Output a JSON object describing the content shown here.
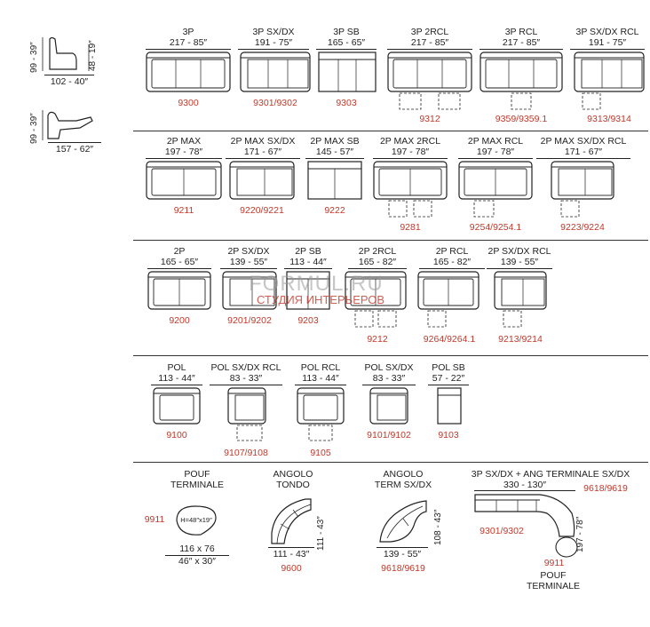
{
  "legend": {
    "upright": {
      "height": "99 - 39″",
      "seat": "48 - 19″",
      "depth": "102 - 40″"
    },
    "reclined": {
      "height": "99 - 39″",
      "depth": "157 - 62″"
    }
  },
  "row1": [
    {
      "name": "3P",
      "dim": "217 - 85″",
      "code": "9300"
    },
    {
      "name": "3P SX/DX",
      "dim": "191 - 75″",
      "code": "9301/9302"
    },
    {
      "name": "3P SB",
      "dim": "165 - 65″",
      "code": "9303"
    },
    {
      "name": "3P 2RCL",
      "dim": "217 - 85″",
      "code": "9312"
    },
    {
      "name": "3P RCL",
      "dim": "217 - 85″",
      "code": "9359/9359.1"
    },
    {
      "name": "3P SX/DX RCL",
      "dim": "191 - 75″",
      "code": "9313/9314"
    }
  ],
  "row2": [
    {
      "name": "2P MAX",
      "dim": "197 - 78″",
      "code": "9211"
    },
    {
      "name": "2P MAX SX/DX",
      "dim": "171 - 67″",
      "code": "9220/9221"
    },
    {
      "name": "2P MAX SB",
      "dim": "145 - 57″",
      "code": "9222"
    },
    {
      "name": "2P MAX 2RCL",
      "dim": "197 - 78″",
      "code": "9281"
    },
    {
      "name": "2P MAX RCL",
      "dim": "197 - 78″",
      "code": "9254/9254.1"
    },
    {
      "name": "2P MAX SX/DX RCL",
      "dim": "171 - 67″",
      "code": "9223/9224"
    }
  ],
  "row3": [
    {
      "name": "2P",
      "dim": "165 - 65″",
      "code": "9200"
    },
    {
      "name": "2P SX/DX",
      "dim": "139 - 55″",
      "code": "9201/9202"
    },
    {
      "name": "2P SB",
      "dim": "113 - 44″",
      "code": "9203"
    },
    {
      "name": "2P 2RCL",
      "dim": "165 - 82″",
      "code": "9212"
    },
    {
      "name": "2P RCL",
      "dim": "165 - 82″",
      "code": "9264/9264.1"
    },
    {
      "name": "2P SX/DX RCL",
      "dim": "139 - 55″",
      "code": "9213/9214"
    }
  ],
  "row4": [
    {
      "name": "POL",
      "dim": "113 - 44″",
      "code": "9100"
    },
    {
      "name": "POL SX/DX RCL",
      "dim": "83 - 33″",
      "code": "9107/9108"
    },
    {
      "name": "POL RCL",
      "dim": "113 - 44″",
      "code": "9105"
    },
    {
      "name": "POL SX/DX",
      "dim": "83 - 33″",
      "code": "9101/9102"
    },
    {
      "name": "POL SB",
      "dim": "57 - 22″",
      "code": "9103"
    }
  ],
  "row5": {
    "pouf": {
      "name1": "POUF",
      "name2": "TERMINALE",
      "code": "9911",
      "inner": "H=48″x19″",
      "dim1": "116 x 76",
      "dim2": "46″ x 30″"
    },
    "angolo_tondo": {
      "name1": "ANGOLO",
      "name2": "TONDO",
      "dim_w": "111 - 43″",
      "dim_h": "111 - 43″",
      "code": "9600"
    },
    "angolo_term": {
      "name1": "ANGOLO",
      "name2": "TERM SX/DX",
      "dim_w": "139 - 55″",
      "dim_h": "108 - 43″",
      "code": "9618/9619"
    },
    "combo": {
      "title": "3P SX/DX + ANG TERMINALE SX/DX",
      "dim": "330 - 130″",
      "code_top": "9618/9619",
      "code_left": "9301/9302",
      "dim_h": "197 - 78″",
      "code_pouf": "9911",
      "pouf1": "POUF",
      "pouf2": "TERMINALE"
    }
  },
  "watermark": {
    "line1": "FORMUL.RU",
    "line2": "СТУДИЯ ИНТЕРЬЕРОВ"
  }
}
